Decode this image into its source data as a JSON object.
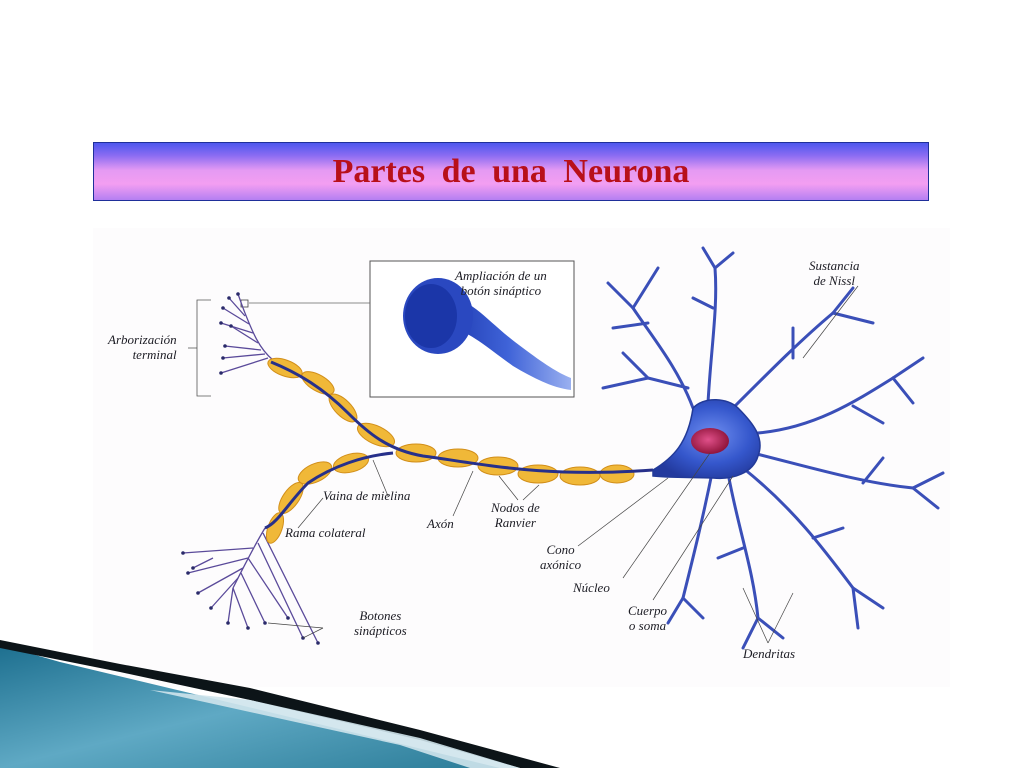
{
  "slide": {
    "title": "Partes  de  una  Neurona"
  },
  "diagram": {
    "labels": {
      "sustancia_nissl": [
        "Sustancia",
        "de Nissl"
      ],
      "ampliacion": [
        "Ampliación de un",
        "botón sináptico"
      ],
      "arborizacion": [
        "Arborización",
        "terminal"
      ],
      "vaina": "Vaina de mielina",
      "rama": "Rama colateral",
      "axon": "Axón",
      "nodos": [
        "Nodos de",
        "Ranvier"
      ],
      "cono": [
        "Cono",
        "axónico"
      ],
      "nucleo": "Núcleo",
      "cuerpo": [
        "Cuerpo",
        "o soma"
      ],
      "botones": [
        "Botones",
        "sinápticos"
      ],
      "dendritas": "Dendritas"
    }
  },
  "colors": {
    "title_text": "#b8101a",
    "axon": "#27308a",
    "myelin": "#f0b838",
    "soma": "#3a5ed0",
    "nucleus": "#c02a55"
  }
}
